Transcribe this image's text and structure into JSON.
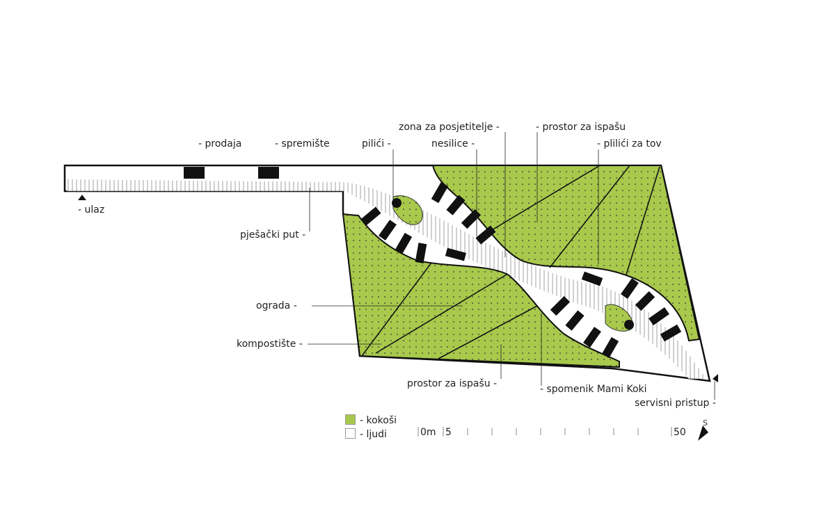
{
  "labels": {
    "prodaja": "- prodaja",
    "spremiste": "- spremište",
    "pilici": "pilići -",
    "zona": "zona za posjetitelje -",
    "nesilice": "nesilice -",
    "prostor_top": "- prostor za ispašu",
    "pilici_tov": "- plilići za tov",
    "ulaz": "- ulaz",
    "pjesacki": "pješački put -",
    "ograda": "ograda -",
    "kompostiste": "kompostište -",
    "prostor_bottom": "prostor za ispašu -",
    "spomenik": "- spomenik Mami Koki",
    "servisni": "servisni pristup -"
  },
  "legend": [
    {
      "label": "- kokoši",
      "color": "#a8c94c"
    },
    {
      "label": "- ljudi",
      "color": "#ffffff"
    }
  ],
  "scale": {
    "start": "0m",
    "mid": "5",
    "end": "50"
  },
  "colors": {
    "green": "#a8c94c",
    "ink": "#111111"
  }
}
